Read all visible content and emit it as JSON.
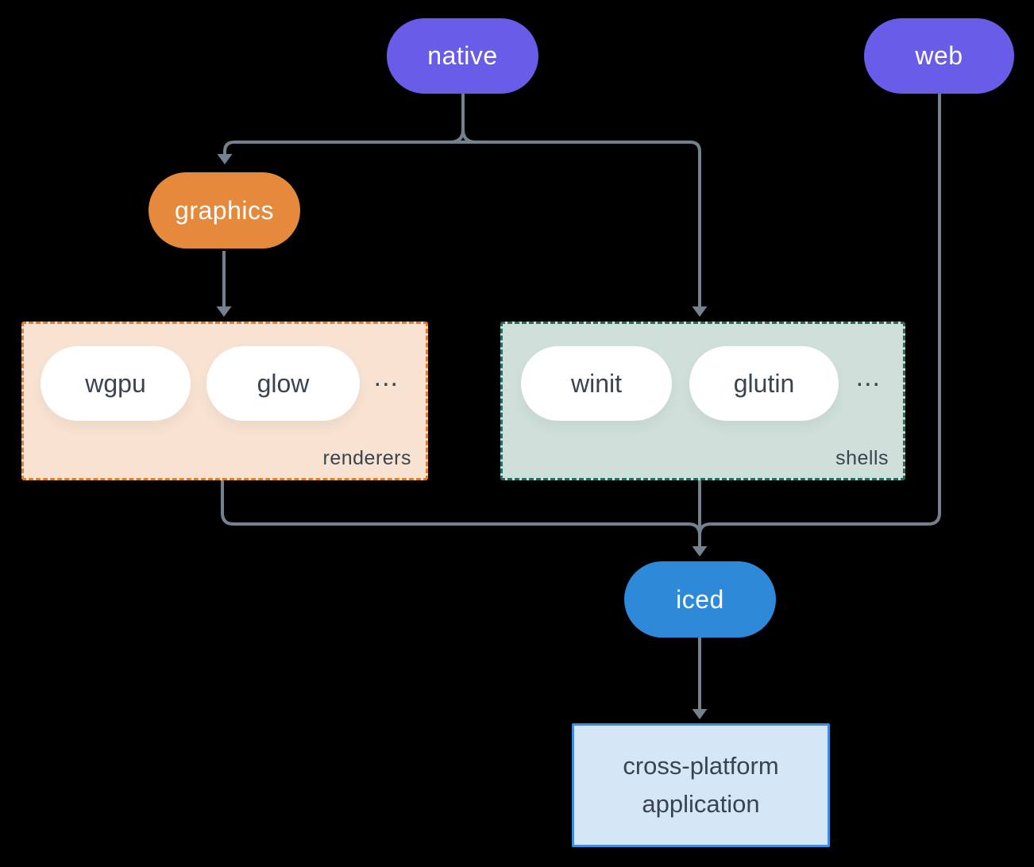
{
  "diagram": {
    "native": "native",
    "web": "web",
    "graphics": "graphics",
    "iced": "iced",
    "renderers": {
      "label": "renderers",
      "item1": "wgpu",
      "item2": "glow",
      "more": "..."
    },
    "shells": {
      "label": "shells",
      "item1": "winit",
      "item2": "glutin",
      "more": "..."
    },
    "app": {
      "line1": "cross-platform",
      "line2": "application"
    }
  },
  "colors": {
    "node_purple": "#695ce8",
    "node_orange": "#e5893d",
    "node_blue": "#2e8ad8",
    "renderers_fill": "#f8e3d2",
    "renderers_border": "#e07e2c",
    "shells_fill": "#cfe0da",
    "shells_border": "#266d60",
    "app_fill": "#d5e6f7",
    "app_border": "#3d8ede",
    "connector": "#74828f",
    "dark_text": "#3a4450",
    "white_text": "#ffffff",
    "canvas_bg": "#000000"
  }
}
